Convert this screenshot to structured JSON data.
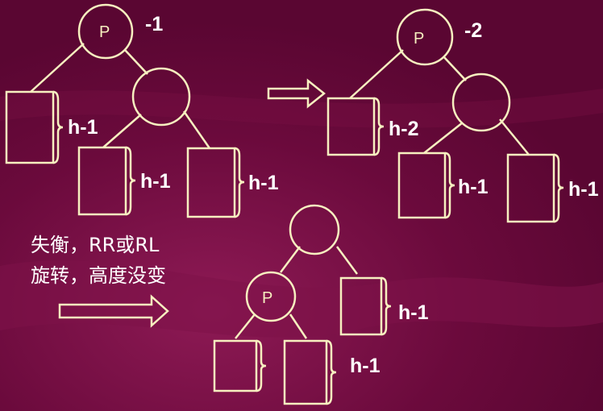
{
  "diagram": {
    "colors": {
      "background": "#6b0a3c",
      "line": "#f7f0c0",
      "text": "#ffffff"
    },
    "tree_before": {
      "root_label": "P",
      "balance_label": "-1",
      "left_subtree_label": "h-1",
      "right_left_subtree_label": "h-1",
      "right_right_subtree_label": "h-1"
    },
    "tree_after_insert": {
      "root_label": "P",
      "balance_label": "-2",
      "left_subtree_label": "h-2",
      "right_left_subtree_label": "h-1",
      "right_right_subtree_label": "h-1"
    },
    "tree_rotated": {
      "child_label": "P",
      "right_subtree_label": "h-1",
      "bottom_subtrees_label": "h-1"
    },
    "caption": {
      "line1": "失衡，RR或RL",
      "line2": "旋转，高度没变"
    }
  }
}
